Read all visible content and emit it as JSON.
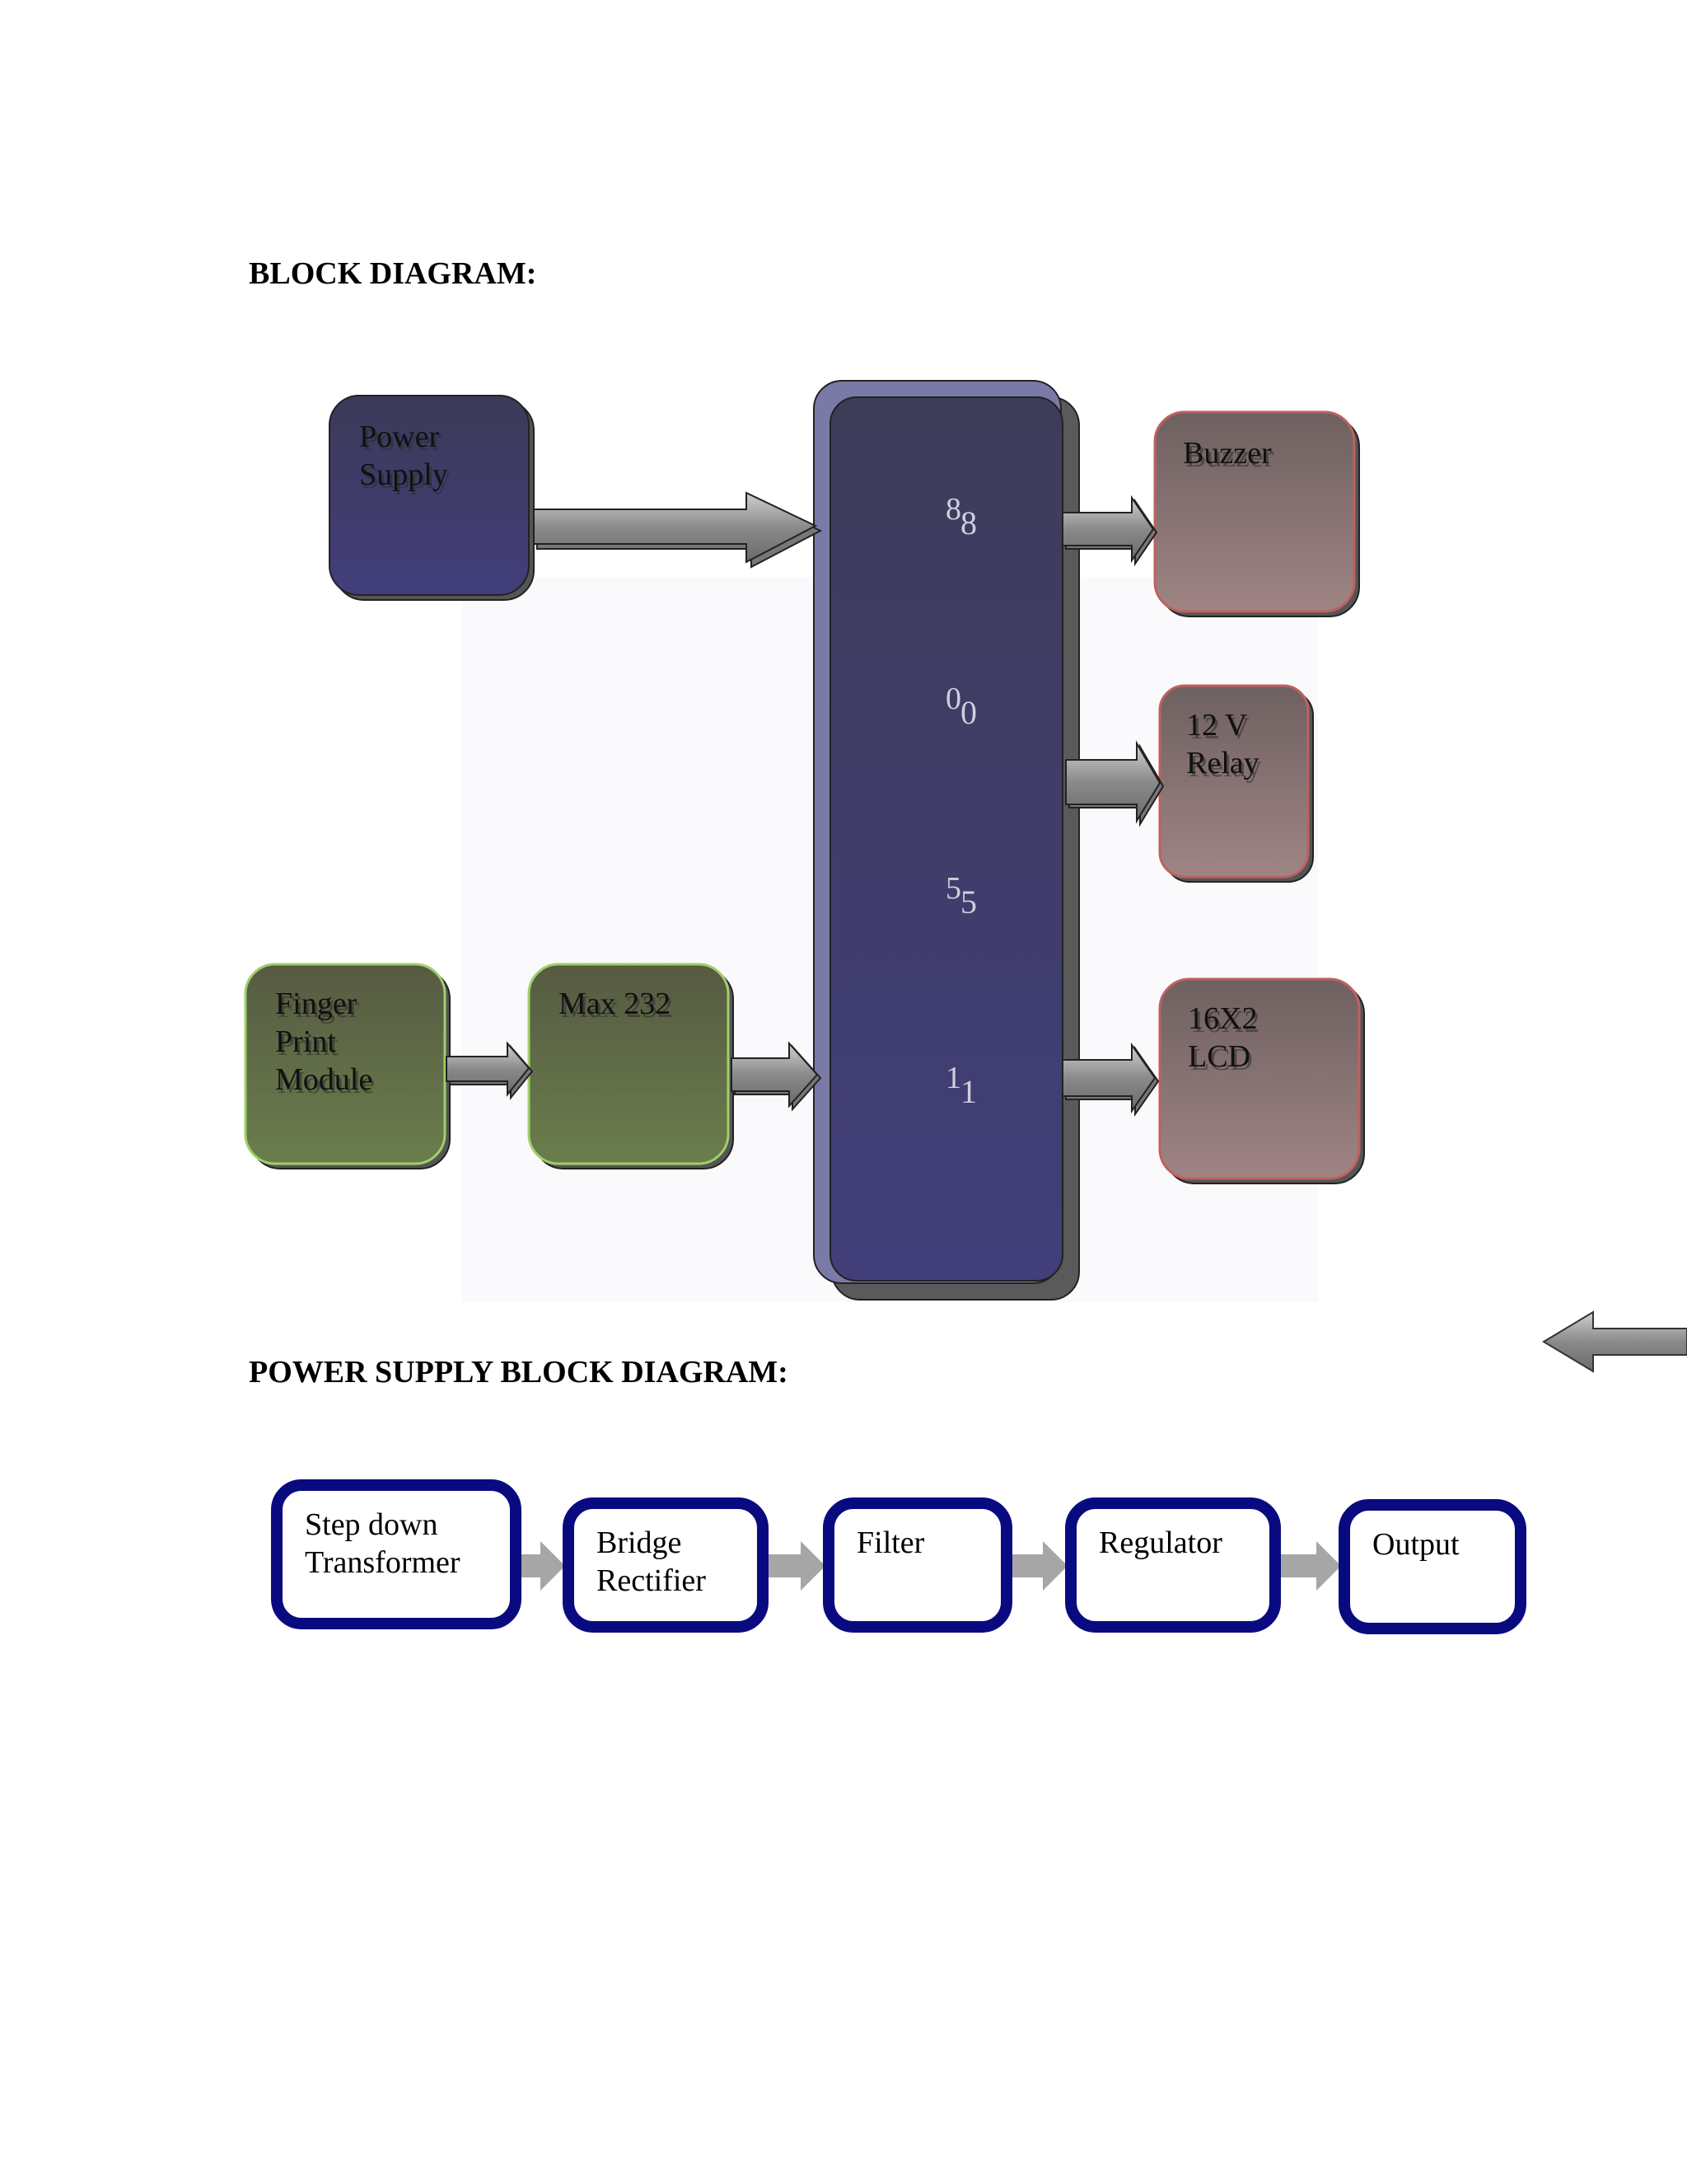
{
  "headings": {
    "block_diagram": "BLOCK DIAGRAM:",
    "power_supply": "POWER SUPPLY BLOCK DIAGRAM:"
  },
  "main_diagram": {
    "power_supply": {
      "lines": [
        "Power",
        "Supply"
      ]
    },
    "finger_print": {
      "lines": [
        "Finger",
        "Print",
        "Module"
      ]
    },
    "max232": {
      "lines": [
        "Max 232"
      ]
    },
    "mcu_digits": [
      "8",
      "0",
      "5",
      "1"
    ],
    "buzzer": {
      "lines": [
        "Buzzer"
      ]
    },
    "relay": {
      "lines": [
        "12 V",
        "Relay"
      ]
    },
    "lcd": {
      "lines": [
        "16X2",
        "LCD"
      ]
    }
  },
  "power_supply_diagram": {
    "blocks": [
      {
        "lines": [
          "Step down",
          "Transformer"
        ]
      },
      {
        "lines": [
          "Bridge",
          "Rectifier"
        ]
      },
      {
        "lines": [
          "Filter"
        ]
      },
      {
        "lines": [
          "Regulator"
        ]
      },
      {
        "lines": [
          "Output"
        ]
      }
    ]
  },
  "colors": {
    "mcu_block": "#3f3e6e",
    "power_block": "#403e72",
    "green_block": "#5b6b44",
    "output_block": "#8a7070",
    "ps_border": "#0a0a80",
    "arrow_fill": "#8c8c8c"
  }
}
